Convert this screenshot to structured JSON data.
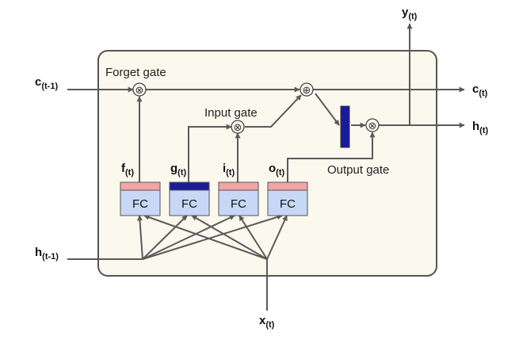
{
  "gates": {
    "forget": "Forget gate",
    "input": "Input gate",
    "output": "Output gate"
  },
  "fc_label": "FC",
  "vars": {
    "c_prev": {
      "main": "c",
      "sub": "(t-1)"
    },
    "h_prev": {
      "main": "h",
      "sub": "(t-1)"
    },
    "x_t": {
      "main": "x",
      "sub": "(t)"
    },
    "y_t": {
      "main": "y",
      "sub": "(t)"
    },
    "c_t": {
      "main": "c",
      "sub": "(t)"
    },
    "h_t": {
      "main": "h",
      "sub": "(t)"
    },
    "f_t": {
      "main": "f",
      "sub": "(t)"
    },
    "g_t": {
      "main": "g",
      "sub": "(t)"
    },
    "i_t": {
      "main": "i",
      "sub": "(t)"
    },
    "o_t": {
      "main": "o",
      "sub": "(t)"
    }
  },
  "ops": {
    "multiply": "⊗",
    "add": "⊕"
  },
  "colors": {
    "cell_bg": "#fbf8ee",
    "fc_fill": "#c6d8f5",
    "sigmoid_cap": "#f2a5a5",
    "tanh_cap": "#1a1a9c",
    "arrow": "#5a5a5a"
  }
}
